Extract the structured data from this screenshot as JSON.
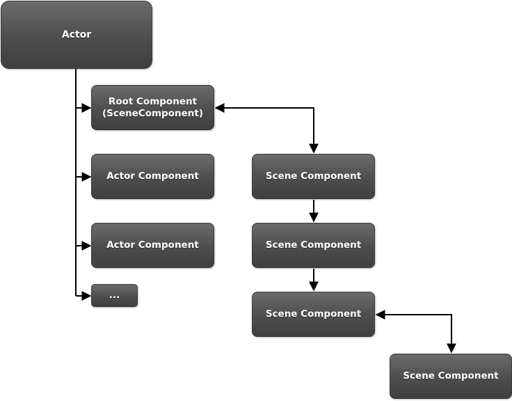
{
  "nodes": {
    "actor": "Actor",
    "root": "Root Component\n(SceneComponent)",
    "actor_component_1": "Actor Component",
    "actor_component_2": "Actor Component",
    "more": "...",
    "scene_component_1": "Scene Component",
    "scene_component_2": "Scene Component",
    "scene_component_3": "Scene Component",
    "scene_component_4": "Scene Component"
  },
  "colors": {
    "node_top": "#6b6b6b",
    "node_bottom": "#3f3f3f",
    "node_text": "#ffffff",
    "connector": "#000000"
  }
}
